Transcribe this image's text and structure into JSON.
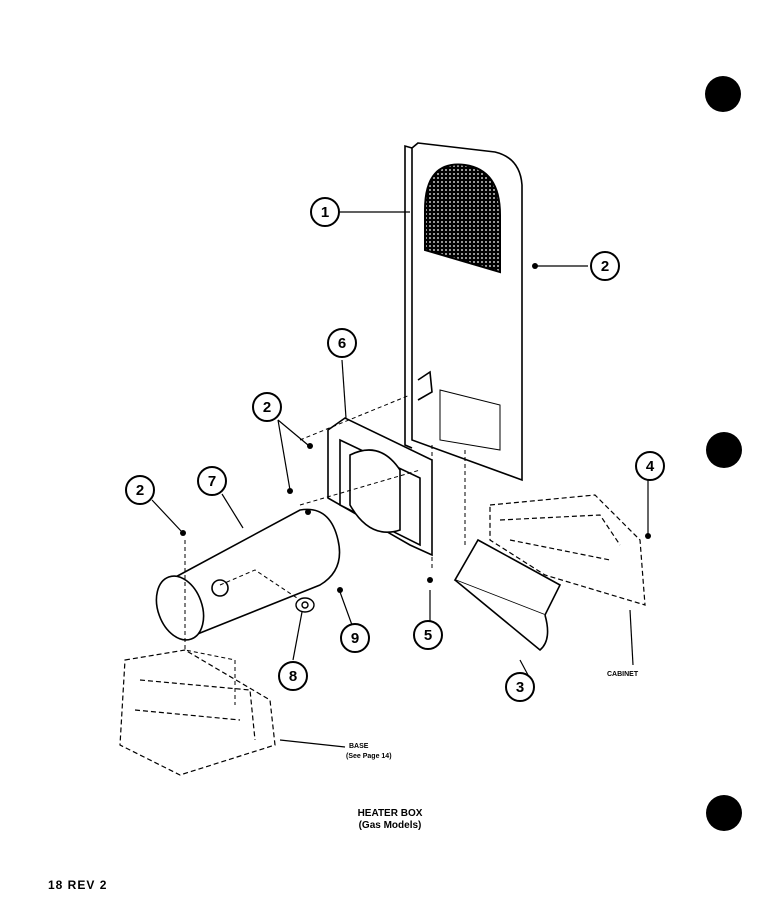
{
  "callouts": [
    {
      "id": "c1",
      "label": "1"
    },
    {
      "id": "c2a",
      "label": "2"
    },
    {
      "id": "c2b",
      "label": "2"
    },
    {
      "id": "c2c",
      "label": "2"
    },
    {
      "id": "c3",
      "label": "3"
    },
    {
      "id": "c4",
      "label": "4"
    },
    {
      "id": "c5",
      "label": "5"
    },
    {
      "id": "c6",
      "label": "6"
    },
    {
      "id": "c7",
      "label": "7"
    },
    {
      "id": "c8",
      "label": "8"
    },
    {
      "id": "c9",
      "label": "9"
    }
  ],
  "labels": {
    "cabinet": "CABINET",
    "base": "BASE",
    "base_ref": "(See Page 14)"
  },
  "caption": {
    "line1": "HEATER BOX",
    "line2": "(Gas Models)"
  },
  "page_number": "18 REV 2"
}
